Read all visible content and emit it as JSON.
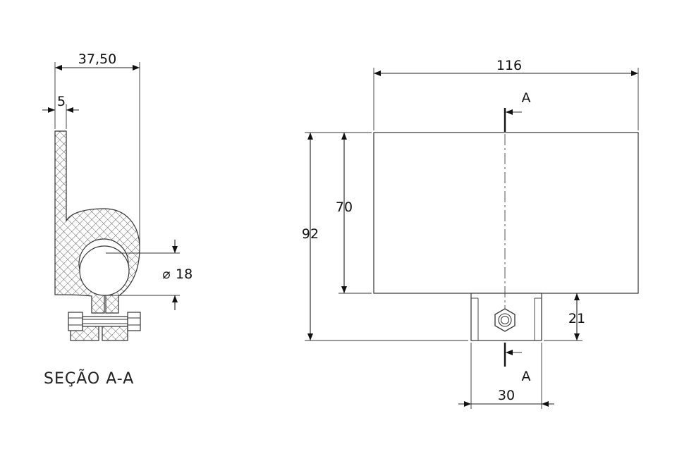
{
  "dimensions": {
    "section_width": "37,50",
    "wall_thickness": "5",
    "hole_diameter": "18",
    "diameter_symbol": "⌀",
    "overall_width": "116",
    "plate_height": "70",
    "overall_height": "92",
    "tab_height": "21",
    "tab_width": "30"
  },
  "section_marker": {
    "top_label": "A",
    "bottom_label": "A"
  },
  "section_title": "SEÇÃO A-A",
  "colors": {
    "line": "#222222",
    "hatch": "#555555",
    "background": "#ffffff"
  }
}
